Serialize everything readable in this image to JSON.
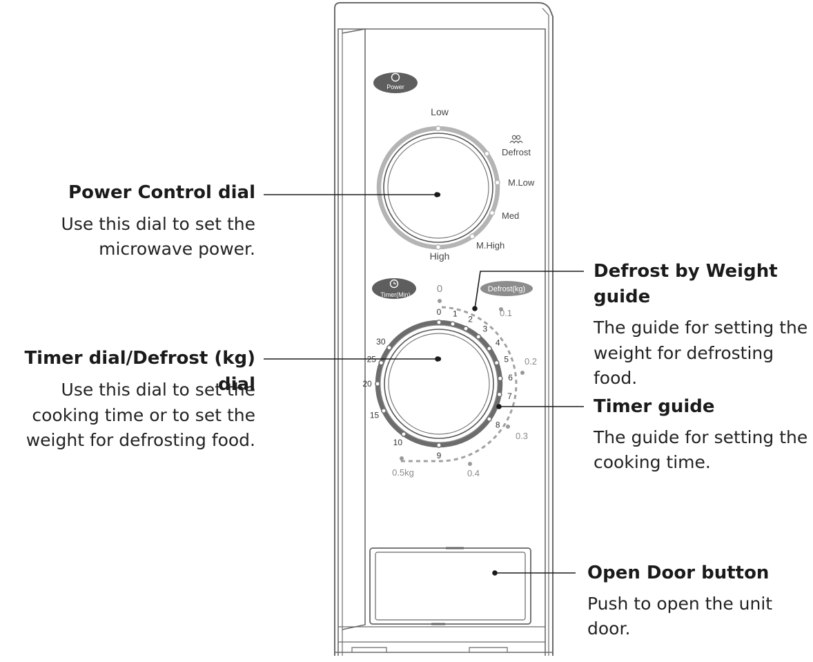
{
  "panel": {
    "power_badge": "Power",
    "timer_badge": "Timer(Min)",
    "defrost_badge": "Defrost(kg)",
    "power_labels": {
      "low": "Low",
      "defrost": "Defrost",
      "mlow": "M.Low",
      "med": "Med",
      "mhigh": "M.High",
      "high": "High"
    },
    "timer_ticks": [
      "0",
      "1",
      "2",
      "3",
      "4",
      "5",
      "6",
      "7",
      "8",
      "9",
      "10",
      "15",
      "20",
      "25",
      "30"
    ],
    "weight_ticks": [
      "0",
      "0.1",
      "0.2",
      "0.3",
      "0.4",
      "0.5kg"
    ]
  },
  "callouts": {
    "power": {
      "title": "Power Control dial",
      "desc_line1": "Use this dial to set the",
      "desc_line2": "microwave power."
    },
    "timer": {
      "title": "Timer dial/Defrost (kg) dial",
      "desc_line1": "Use this dial to set the",
      "desc_line2": "cooking time or to set the",
      "desc_line3": "weight for defrosting food."
    },
    "defrost_guide": {
      "title_line1": "Defrost by Weight",
      "title_line2": "guide",
      "desc_line1": "The guide for setting the",
      "desc_line2": "weight for defrosting",
      "desc_line3": "food."
    },
    "timer_guide": {
      "title": "Timer guide",
      "desc_line1": "The guide for setting the",
      "desc_line2": "cooking time."
    },
    "door": {
      "title": "Open Door button",
      "desc_line1": "Push to open the unit",
      "desc_line2": "door."
    }
  }
}
